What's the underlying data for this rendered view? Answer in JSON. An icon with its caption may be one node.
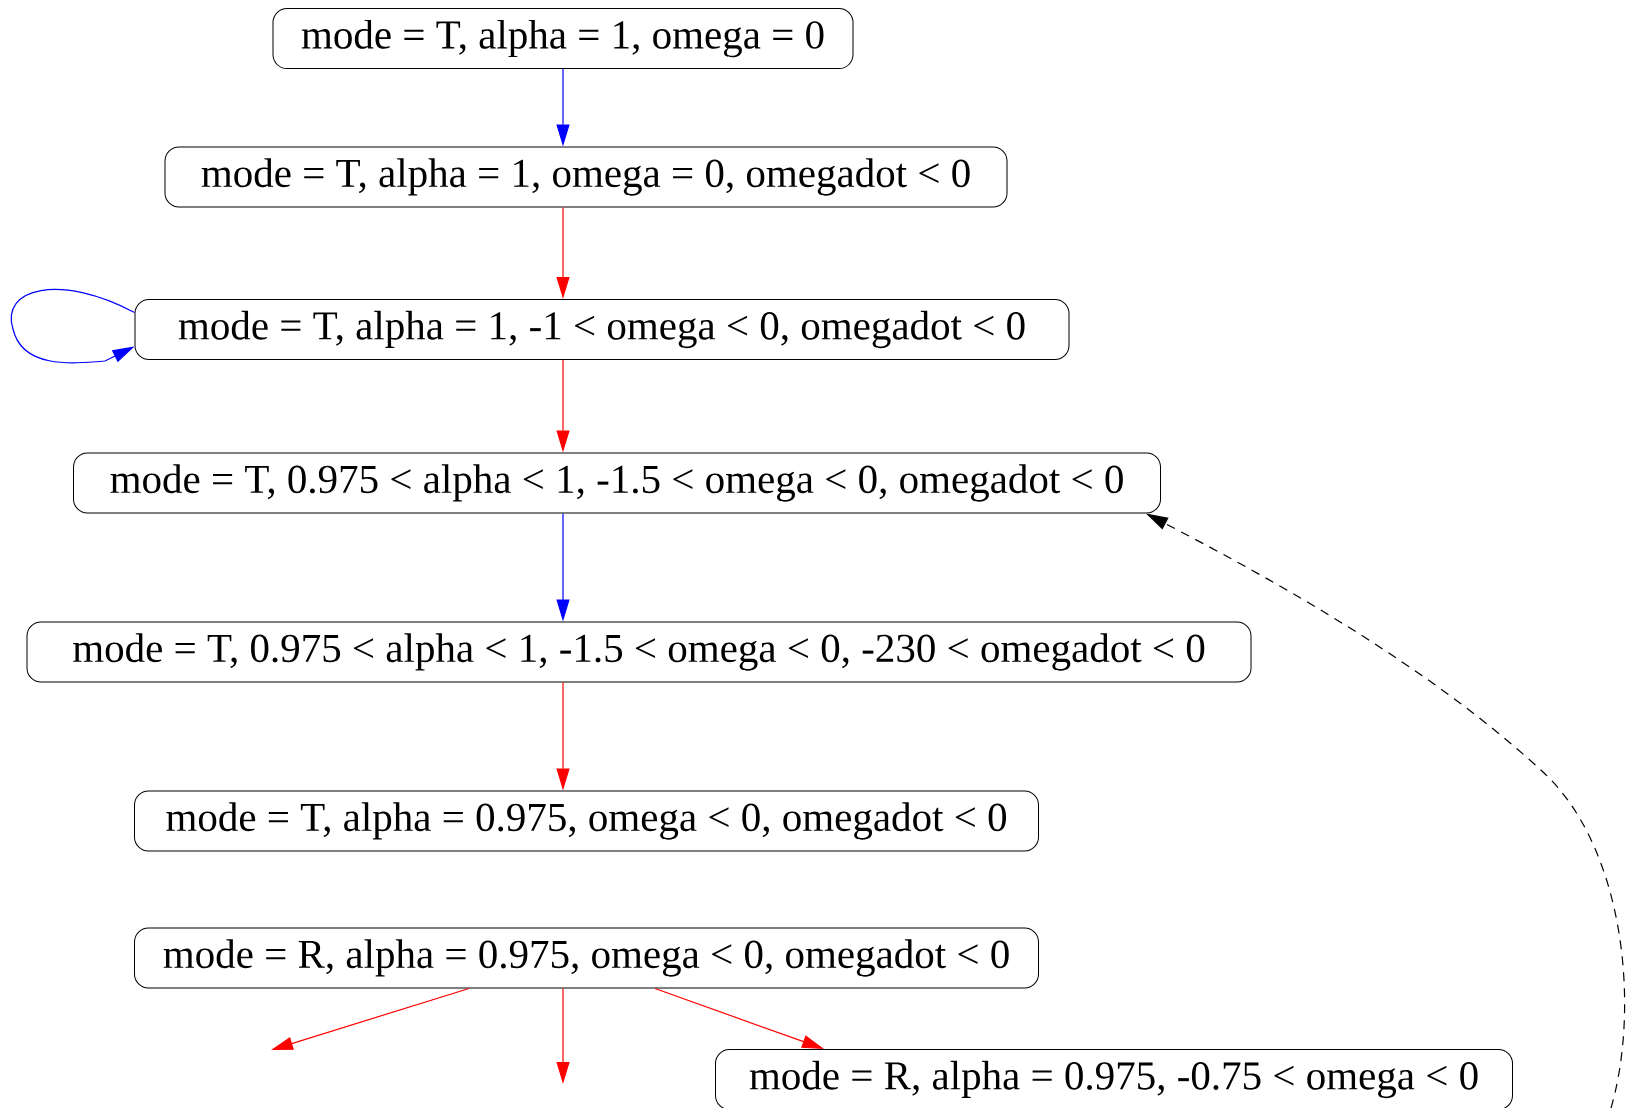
{
  "diagram": {
    "nodes": [
      {
        "text": [
          "mode = T, alpha = 1, omega = 0"
        ]
      },
      {
        "text": [
          "mode = T, alpha = 1, omega = 0, omegadot < 0"
        ]
      },
      {
        "text": [
          "mode = T, alpha = 1, -1 < omega < 0, omegadot < 0"
        ]
      },
      {
        "text": [
          "mode = T, 0.975 < alpha < 1, -1.5 < omega < 0, omegadot < 0"
        ]
      },
      {
        "text": [
          "mode = T, 0.975 < alpha < 1, -1.5 < omega < 0, -230 < omegadot < 0"
        ]
      },
      {
        "text": [
          "mode = T, alpha = 0.975, omega < 0, omegadot < 0"
        ]
      },
      {
        "text": [
          "mode = R, alpha = 0.975, omega < 0, omegadot < 0"
        ]
      },
      {
        "text": [
          "mode = R, alpha = 0.975, -0.75 < omega < 0"
        ]
      }
    ],
    "edges": [
      {
        "from": 0,
        "to": 1,
        "arrow": "to",
        "color": "#0000ff"
      },
      {
        "from": 1,
        "to": 2,
        "arrow": "to"
      },
      {
        "from": 2,
        "to": 2,
        "arrow": "to",
        "color": "#0000ff"
      },
      {
        "from": 2,
        "to": 3,
        "arrow": "to"
      },
      {
        "from": 3,
        "to": 4,
        "arrow": "to",
        "color": "#0000ff"
      },
      {
        "from": 4,
        "to": 5,
        "arrow": "to"
      },
      {
        "from": 6,
        "to": null,
        "arrow": "to"
      },
      {
        "from": 6,
        "to": null,
        "arrow": "to"
      },
      {
        "from": 6,
        "to": 7,
        "arrow": "to"
      },
      {
        "from": null,
        "to": 3,
        "arrow": "to",
        "style": "dashed",
        "color": "#000000"
      }
    ]
  }
}
